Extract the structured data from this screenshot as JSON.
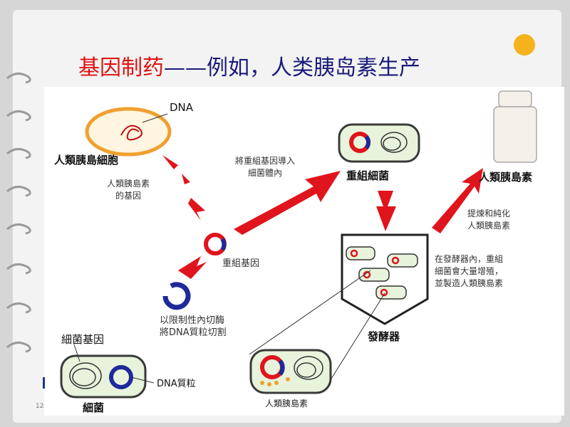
{
  "title": {
    "part1": "基因制药",
    "part2": "——例如，人类胰岛素生产"
  },
  "colors": {
    "title_red": "#e01010",
    "title_blue": "#1a1a7a",
    "arrow_red": "#e0141c",
    "plasmid_red": "#e0141c",
    "plasmid_blue": "#1e2a9a",
    "cell_orange": "#f0a030",
    "accent": "#f5b21d"
  },
  "labels": {
    "dna": "DNA",
    "human_pancreatic_cell": "人類胰島細胞",
    "human_insulin_gene": "人類胰島素\n的基因",
    "insert_recombinant": "將重組基因導入\n細菌體內",
    "recombinant_bacteria": "重組細菌",
    "human_insulin_top": "人類胰島素",
    "purify": "提煉和純化\n人類胰島素",
    "recombinant_gene": "重組基因",
    "fermenter_desc": "在發酵器內，重組\n細菌會大量增殖，\n並製造人類胰島素",
    "fermenter": "發酵器",
    "restriction": "以限制性內切酶\n將DNA質粒切割",
    "bacterial_gene": "細菌基因",
    "dna_plasmid": "DNA質粒",
    "bacteria": "細菌",
    "human_insulin_bottom": "人類胰島素"
  },
  "footer": {
    "page": "12"
  }
}
